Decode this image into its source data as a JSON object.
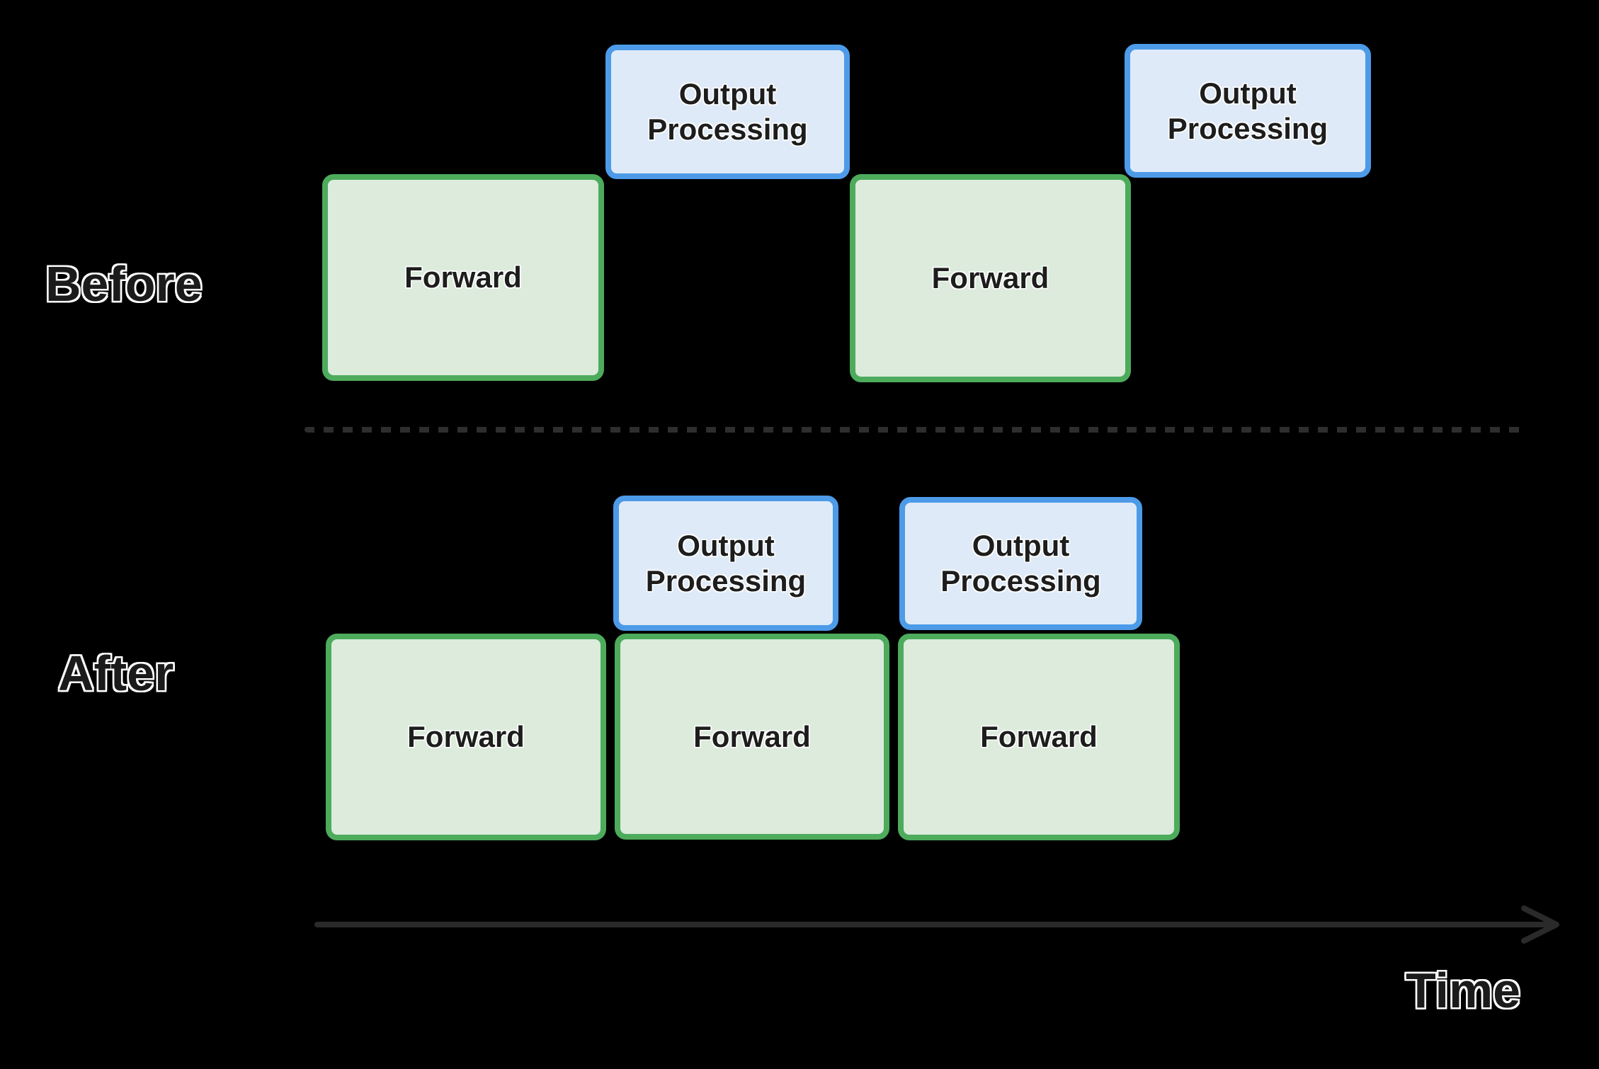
{
  "colors": {
    "background": "#000000",
    "forward_fill": "#dcebdc",
    "forward_border": "#4dab5c",
    "output_fill": "#dfeaf8",
    "output_border": "#4d9be8",
    "box_text": "#1d1d1d",
    "label_text": "#1b1b1b",
    "label_outline": "#ffffff",
    "divider": "#2e2e2e",
    "axis_arrow": "#2a2a2a"
  },
  "rows": {
    "before": {
      "label": "Before",
      "events": [
        {
          "kind": "forward",
          "label": "Forward"
        },
        {
          "kind": "output",
          "label": "Output Processing"
        },
        {
          "kind": "forward",
          "label": "Forward"
        },
        {
          "kind": "output",
          "label": "Output Processing"
        }
      ]
    },
    "after": {
      "label": "After",
      "events": [
        {
          "kind": "forward",
          "label": "Forward"
        },
        {
          "kind": "forward",
          "label": "Forward"
        },
        {
          "kind": "forward",
          "label": "Forward"
        },
        {
          "kind": "output",
          "label": "Output Processing"
        },
        {
          "kind": "output",
          "label": "Output Processing"
        }
      ]
    }
  },
  "axis": {
    "label": "Time"
  }
}
